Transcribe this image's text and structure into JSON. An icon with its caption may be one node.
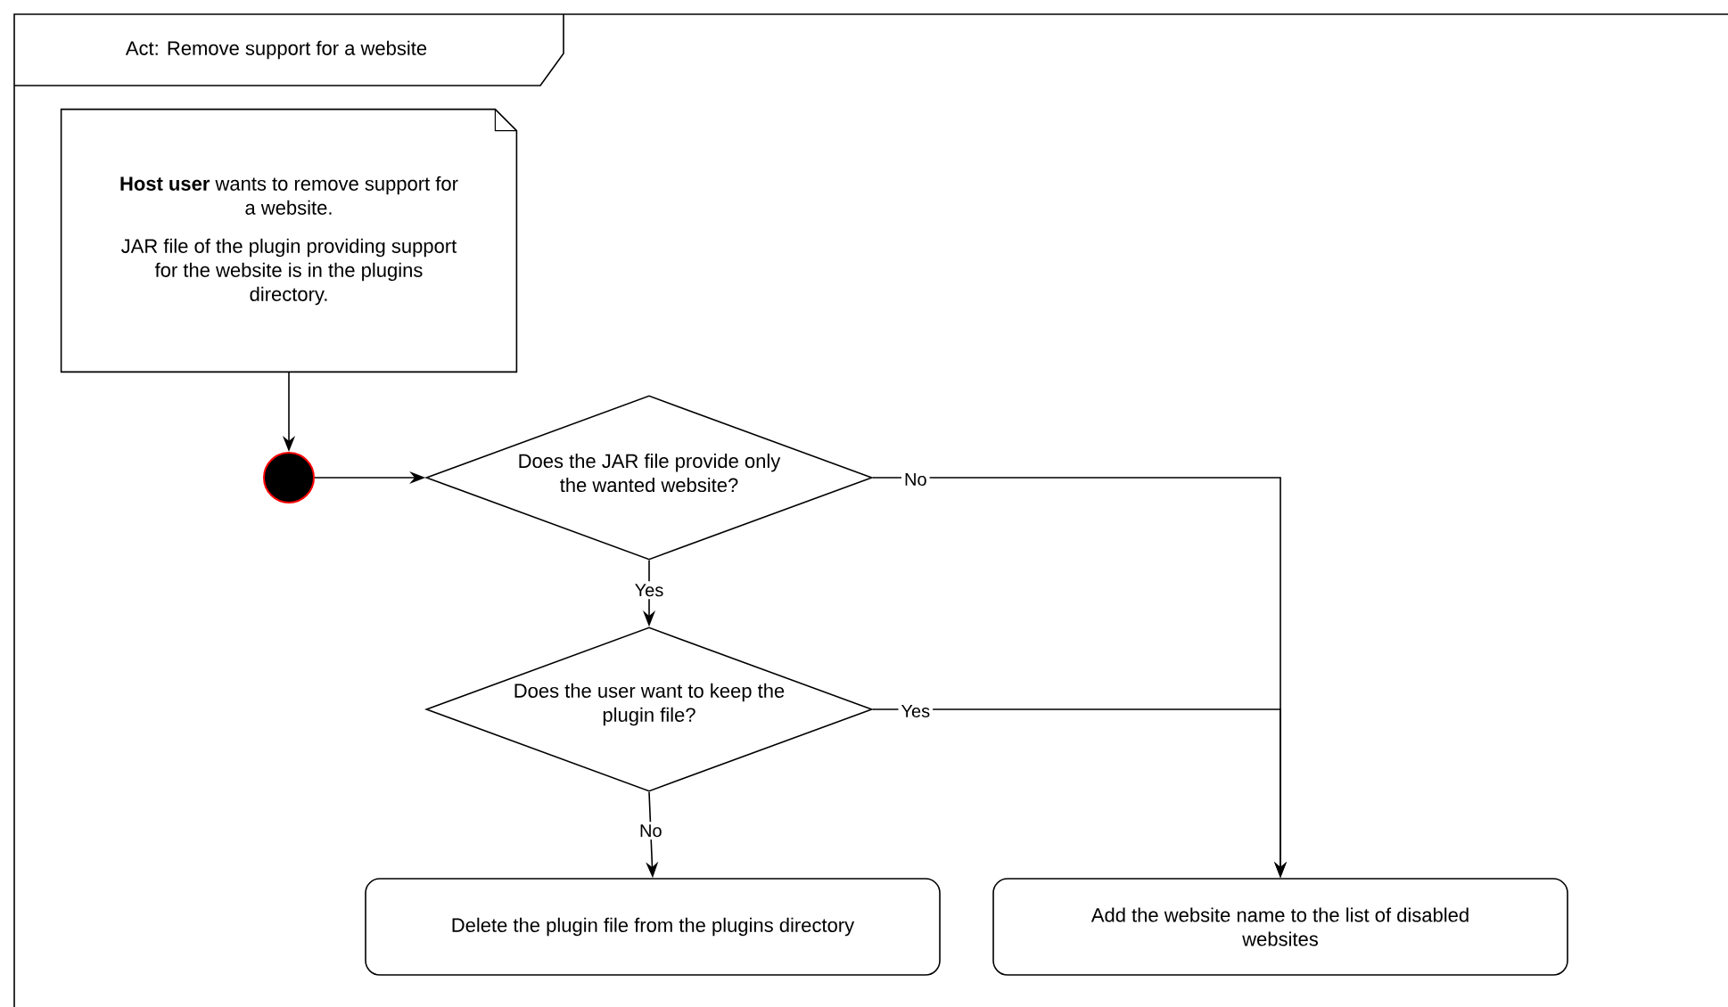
{
  "diagram": {
    "nodes": [
      {
        "text": [
          "Act: Remove support for a website"
        ]
      },
      {
        "text": [
          "**Host user** wants to remove support for a website.",
          "JAR file of the plugin providing support for the website is in the plugins directory."
        ],
        "in": 0
      },
      {
        "text": [],
        "shape": "circle",
        "in": 0
      },
      {
        "text": [
          "Does the JAR file provide only the wanted website?"
        ],
        "in": 0
      },
      {
        "text": [
          "Does the user want to keep the plugin file?"
        ],
        "in": 0
      },
      {
        "text": [
          "Delete the plugin file from the plugins directory"
        ],
        "in": 0
      },
      {
        "text": [
          "Add the website name to the list of disabled websites"
        ],
        "in": 0
      }
    ],
    "edges": [
      {
        "from": 1,
        "to": 2,
        "arrow": "to"
      },
      {
        "from": 2,
        "to": 3,
        "arrow": "to"
      },
      {
        "from": 3,
        "to": 4,
        "arrow": "to",
        "label": "Yes"
      },
      {
        "from": 3,
        "to": 6,
        "arrow": "to",
        "label": "No"
      },
      {
        "from": 4,
        "to": 6,
        "arrow": "to",
        "label": "Yes"
      },
      {
        "from": 4,
        "to": 5,
        "arrow": "to",
        "label": "No"
      }
    ]
  }
}
